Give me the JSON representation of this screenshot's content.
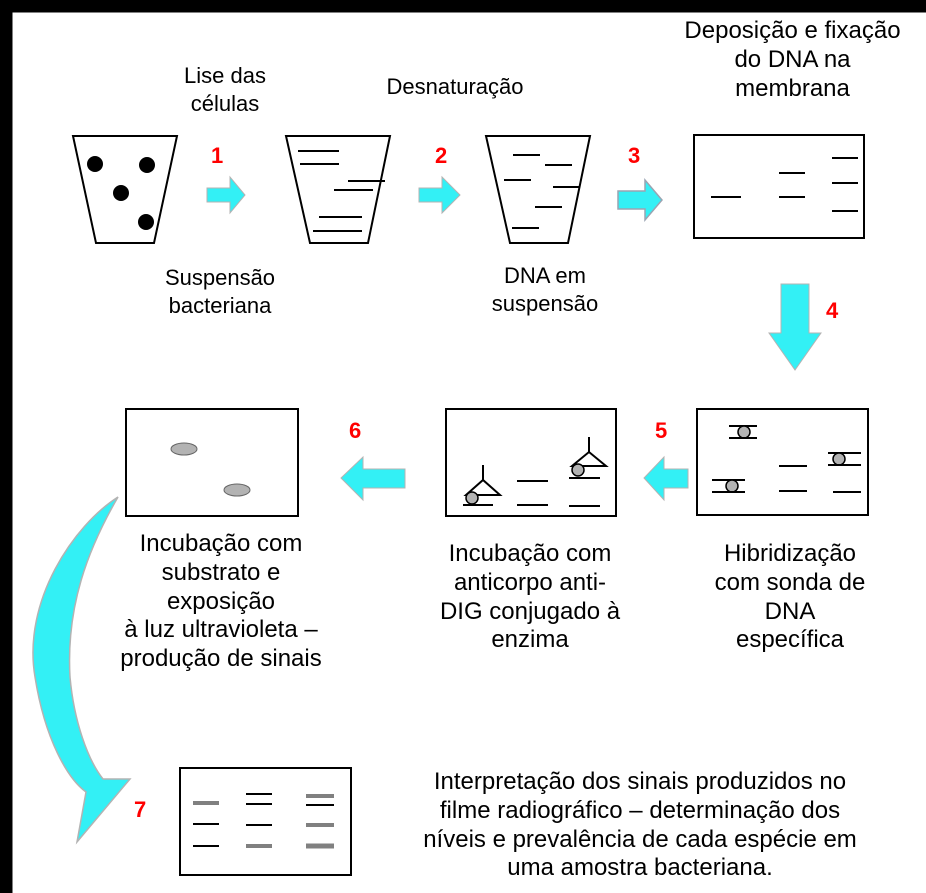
{
  "colors": {
    "border": "#000000",
    "arrow": "#33f0f5",
    "arrow_outline": "#9aa4b2",
    "step_number": "#ff0000",
    "signal_spot": "#b3b3b3"
  },
  "labels": {
    "lysis": "Lise das\ncélulas",
    "denaturation": "Desnaturação",
    "deposition": "Deposição e fixação\ndo DNA na\nmembrana",
    "bacterial_suspension": "Suspensão\nbacteriana",
    "dna_suspension": "DNA em\nsuspensão",
    "hybridization": "Hibridização\ncom sonda de\nDNA\nespecífica",
    "antibody_incubation": "Incubação com\nanticorpo anti-\nDIG conjugado à\nenzima",
    "substrate_incubation": "Incubação com\nsubstrato e\nexposição\nà luz ultravioleta –\nprodução de sinais",
    "interpretation": "Interpretação dos sinais produzidos no\nfilme radiográfico – determinação dos\nníveis e prevalência de cada espécie em\numa amostra bacteriana."
  },
  "steps": [
    "1",
    "2",
    "3",
    "4",
    "5",
    "6",
    "7"
  ]
}
